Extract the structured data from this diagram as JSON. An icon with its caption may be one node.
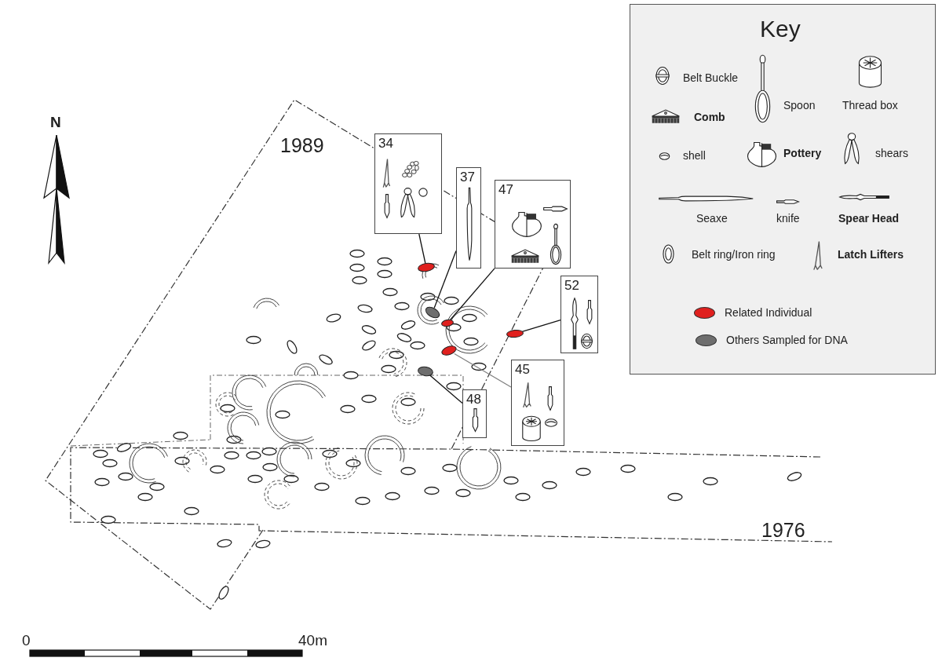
{
  "diagram": {
    "nodes": [
      {
        "text": [
          "34"
        ]
      },
      {
        "text": [
          "37"
        ]
      },
      {
        "text": [
          "47"
        ]
      },
      {
        "text": [
          "52"
        ]
      },
      {
        "text": [
          "45"
        ]
      },
      {
        "text": [
          "48"
        ]
      },
      {
        "text": [],
        "shape": "ellipse"
      },
      {
        "text": [],
        "shape": "ellipse"
      },
      {
        "text": [],
        "shape": "ellipse"
      },
      {
        "text": [],
        "shape": "ellipse"
      },
      {
        "text": [],
        "shape": "ellipse"
      },
      {
        "text": [],
        "shape": "ellipse"
      }
    ],
    "edges": [
      {
        "from": 0,
        "to": 6,
        "arrow": "none"
      },
      {
        "from": 1,
        "to": 7,
        "arrow": "none"
      },
      {
        "from": 2,
        "to": 8,
        "arrow": "none"
      },
      {
        "from": 3,
        "to": 9,
        "arrow": "none"
      },
      {
        "from": 4,
        "to": 10,
        "arrow": "none",
        "color": "#808080"
      },
      {
        "from": 5,
        "to": 11,
        "arrow": "none"
      }
    ],
    "labels": [
      "Key",
      "N",
      "1989",
      "1976",
      "0",
      "40m"
    ],
    "legend": [
      {
        "text": "Belt Buckle"
      },
      {
        "text": "Spoon"
      },
      {
        "text": "Thread box"
      },
      {
        "text": "Comb"
      },
      {
        "text": "shell"
      },
      {
        "text": "Pottery"
      },
      {
        "text": "shears"
      },
      {
        "text": "Seaxe"
      },
      {
        "text": "knife"
      },
      {
        "text": "Spear Head"
      },
      {
        "text": "Belt ring/Iron ring"
      },
      {
        "text": "Latch Lifters"
      },
      {
        "text": "Related Individual",
        "color": "#e0201e"
      },
      {
        "text": "Others Sampled for DNA",
        "color": "#6e6e6e"
      }
    ]
  }
}
